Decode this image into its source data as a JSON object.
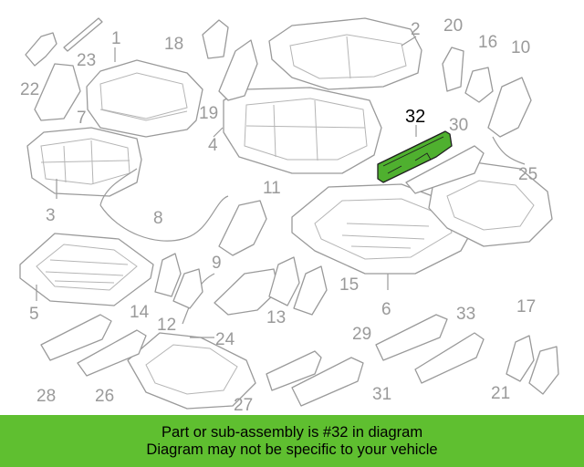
{
  "diagram": {
    "highlight_color": "#4fb02f",
    "callouts": {
      "c1": "1",
      "c2": "2",
      "c3": "3",
      "c4": "4",
      "c5": "5",
      "c6": "6",
      "c7": "7",
      "c8": "8",
      "c9": "9",
      "c10": "10",
      "c11": "11",
      "c12": "12",
      "c13": "13",
      "c14": "14",
      "c15": "15",
      "c16": "16",
      "c17": "17",
      "c18": "18",
      "c19": "19",
      "c20": "20",
      "c21": "21",
      "c22": "22",
      "c23": "23",
      "c24": "24",
      "c25": "25",
      "c26": "26",
      "c27": "27",
      "c28": "28",
      "c29": "29",
      "c30": "30",
      "c31": "31",
      "c32": "32",
      "c33": "33"
    }
  },
  "banner": {
    "background": "#5fbf30",
    "line1": "Part or sub-assembly is #32 in diagram",
    "line2": "Diagram may not be specific to your vehicle"
  }
}
